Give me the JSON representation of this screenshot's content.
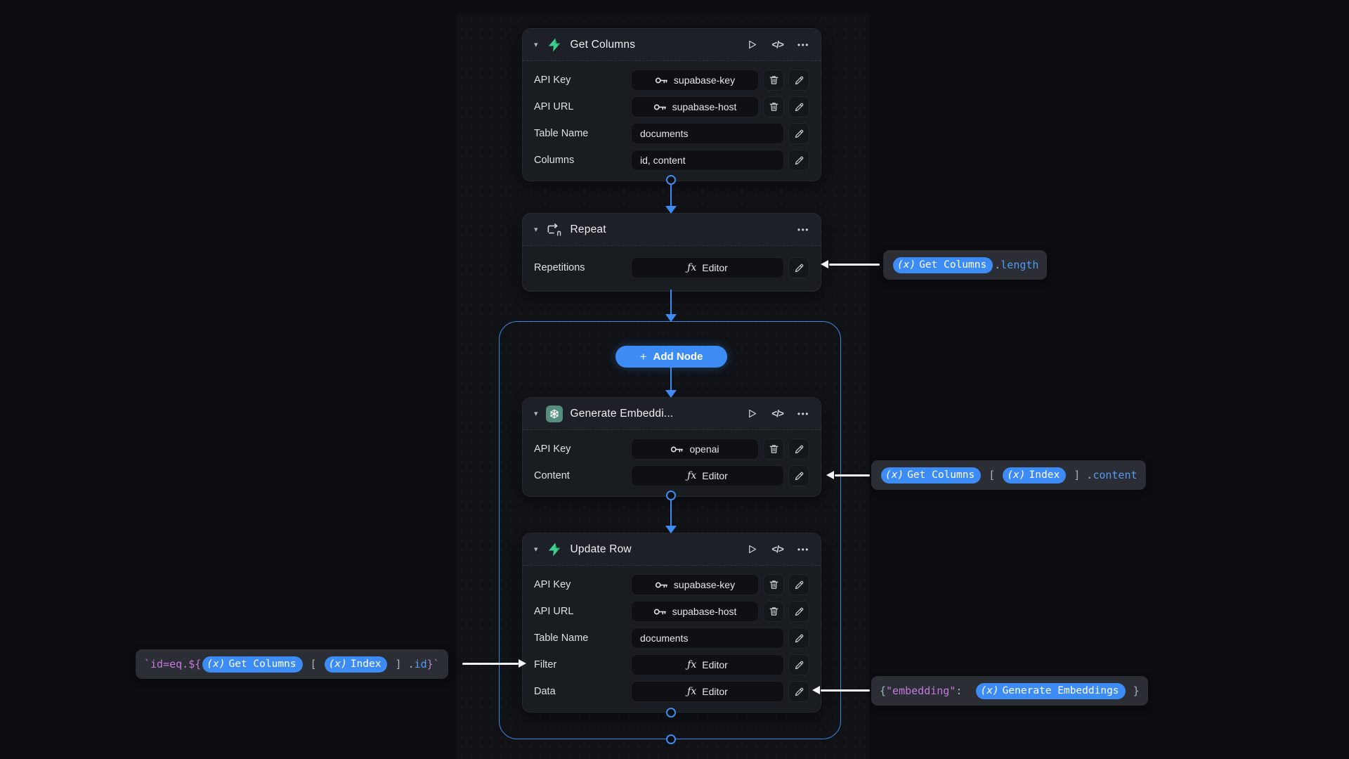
{
  "colors": {
    "accent_blue": "#3d8cf5",
    "loop_border_blue": "#3f86e0",
    "supabase_green": "#3ecf8e",
    "openai_teal": "#558e7e",
    "code_blue": "#539bf5",
    "code_purple": "#c678dd",
    "code_gray": "#a9b1bb",
    "arrow_white": "#f2f4f6"
  },
  "icons": {
    "chevron": "▾",
    "more": "•••",
    "code": "</>",
    "plus": "+"
  },
  "editor_fx": "ƒx",
  "var_prefix": "(x)",
  "loop": {
    "add_node_label": "Add Node"
  },
  "nodes": {
    "get_columns": {
      "title": "Get Columns",
      "fields": [
        {
          "label": "API Key",
          "control": "secret",
          "value": "supabase-key",
          "delete": true
        },
        {
          "label": "API URL",
          "control": "secret",
          "value": "supabase-host",
          "delete": true
        },
        {
          "label": "Table Name",
          "control": "text",
          "value": "documents",
          "delete": false
        },
        {
          "label": "Columns",
          "control": "text",
          "value": "id, content",
          "delete": false
        }
      ]
    },
    "repeat": {
      "title": "Repeat",
      "fields": [
        {
          "label": "Repetitions",
          "control": "editor",
          "value": "Editor",
          "delete": false
        }
      ]
    },
    "generate_embeddings": {
      "title": "Generate Embeddi...",
      "fields": [
        {
          "label": "API Key",
          "control": "secret",
          "value": "openai",
          "delete": true
        },
        {
          "label": "Content",
          "control": "editor",
          "value": "Editor",
          "delete": false
        }
      ]
    },
    "update_row": {
      "title": "Update Row",
      "fields": [
        {
          "label": "API Key",
          "control": "secret",
          "value": "supabase-key",
          "delete": true
        },
        {
          "label": "API URL",
          "control": "secret",
          "value": "supabase-host",
          "delete": true
        },
        {
          "label": "Table Name",
          "control": "text",
          "value": "documents",
          "delete": false
        },
        {
          "label": "Filter",
          "control": "editor",
          "value": "Editor",
          "delete": false
        },
        {
          "label": "Data",
          "control": "editor",
          "value": "Editor",
          "delete": false
        }
      ]
    }
  },
  "annotations": {
    "repetitions": {
      "segments": [
        {
          "kind": "pill",
          "text": "Get Columns"
        },
        {
          "kind": "code",
          "color": "gray",
          "text": "."
        },
        {
          "kind": "code",
          "color": "blue",
          "text": "length"
        }
      ]
    },
    "content": {
      "segments": [
        {
          "kind": "pill",
          "text": "Get Columns"
        },
        {
          "kind": "code",
          "color": "gray",
          "text": " [ "
        },
        {
          "kind": "pill",
          "text": "Index"
        },
        {
          "kind": "code",
          "color": "gray",
          "text": " ] "
        },
        {
          "kind": "code",
          "color": "gray",
          "text": "."
        },
        {
          "kind": "code",
          "color": "blue",
          "text": "content"
        }
      ]
    },
    "filter": {
      "segments": [
        {
          "kind": "code",
          "color": "purple",
          "text": "`id=eq.${"
        },
        {
          "kind": "pill",
          "text": "Get Columns"
        },
        {
          "kind": "code",
          "color": "gray",
          "text": " [ "
        },
        {
          "kind": "pill",
          "text": "Index"
        },
        {
          "kind": "code",
          "color": "gray",
          "text": " ] "
        },
        {
          "kind": "code",
          "color": "gray",
          "text": "."
        },
        {
          "kind": "code",
          "color": "blue",
          "text": "id"
        },
        {
          "kind": "code",
          "color": "purple",
          "text": "}`"
        }
      ]
    },
    "data": {
      "segments": [
        {
          "kind": "code",
          "color": "gray",
          "text": "{"
        },
        {
          "kind": "code",
          "color": "purple",
          "text": "\"embedding\""
        },
        {
          "kind": "code",
          "color": "gray",
          "text": ":  "
        },
        {
          "kind": "pill",
          "text": "Generate Embeddings"
        },
        {
          "kind": "code",
          "color": "gray",
          "text": " }"
        }
      ]
    }
  }
}
